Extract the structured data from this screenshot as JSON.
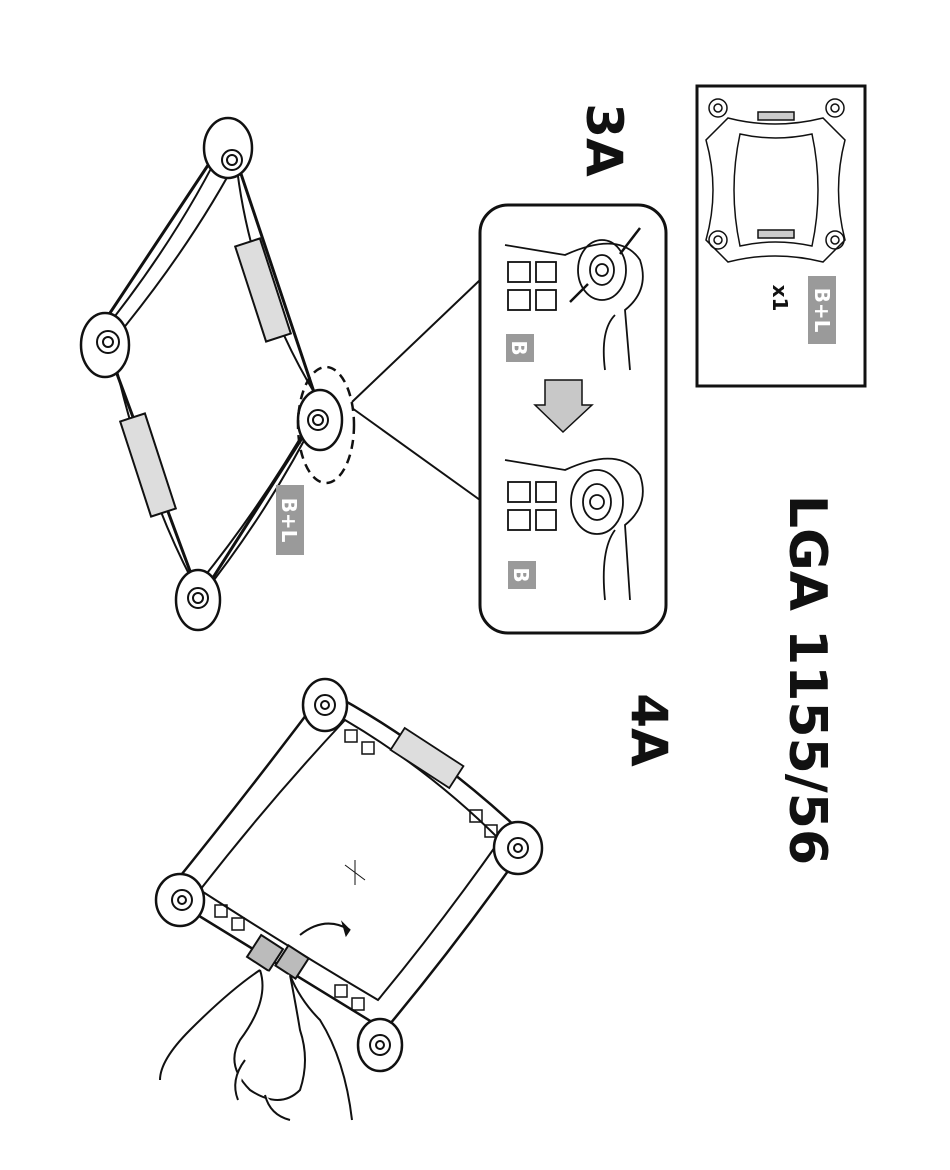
{
  "heading": {
    "socket": "LGA 1155/56"
  },
  "steps": {
    "step_3": "3A",
    "step_4": "4A"
  },
  "labels": {
    "bracket_label": "B+L",
    "zoom_before_label": "B",
    "zoom_after_label": "B",
    "part_label": "B+L",
    "part_quantity": "x1"
  },
  "colors": {
    "ink": "#111111",
    "label_bg": "#9a9a9a",
    "arrow_fill": "#c8c8c8"
  }
}
